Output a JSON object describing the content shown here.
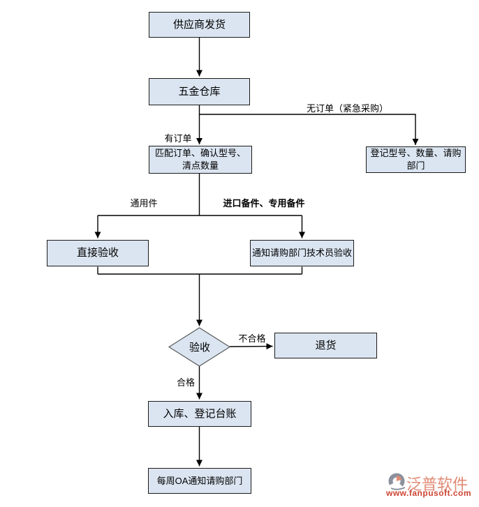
{
  "palette": {
    "node_fill": "#dbe5f1",
    "node_border": "#1a1a1a",
    "diamond_border": "#595959",
    "line_color": "#000000",
    "logo_salmon": "#e08a74",
    "logo_red": "#cc4433",
    "logo_gray": "#8b919d"
  },
  "nodes": {
    "supplier_ship": {
      "label": "供应商发货"
    },
    "hardware_warehouse": {
      "label": "五金仓库"
    },
    "match_order": {
      "label": "匹配订单、确认型号、清点数量"
    },
    "register_model": {
      "label": "登记型号、数量、请购部门"
    },
    "direct_accept": {
      "label": "直接验收"
    },
    "notify_tech": {
      "label": "通知请购部门技术员验收"
    },
    "accept_check": {
      "label": "验收"
    },
    "return_goods": {
      "label": "退货"
    },
    "warehouse_ledger": {
      "label": "入库、登记台账"
    },
    "weekly_notify": {
      "label": "每周OA通知请购部门"
    }
  },
  "edge_labels": {
    "no_order": "无订单（紧急采购）",
    "has_order": "有订单",
    "general_parts": "通用件",
    "imported_parts": "进口备件、专用备件",
    "unqualified": "不合格",
    "qualified": "合格"
  },
  "logo": {
    "name": "泛普软件",
    "url": "www.fanpusoft.com"
  }
}
